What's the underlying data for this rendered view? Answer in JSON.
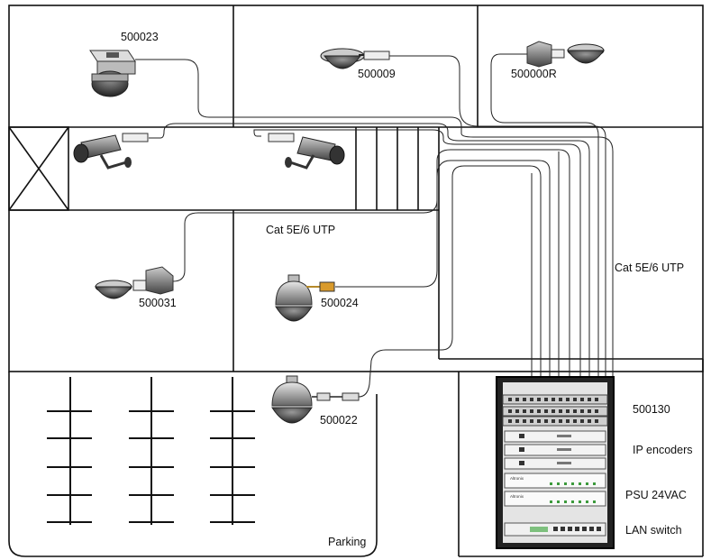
{
  "diagram": {
    "labels": {
      "cam_top_left": "500023",
      "cam_top_mid": "500009",
      "cam_top_right": "500000R",
      "cam_mid_left": "500031",
      "cam_mid_center": "500024",
      "cam_bottom": "500022",
      "cable_center": "Cat 5E/6 UTP",
      "cable_right": "Cat 5E/6 UTP",
      "rack_patch": "500130",
      "rack_encoders": "IP encoders",
      "rack_psu": "PSU 24VAC",
      "rack_switch": "LAN switch",
      "parking": "Parking"
    },
    "brand": "Altronix"
  }
}
